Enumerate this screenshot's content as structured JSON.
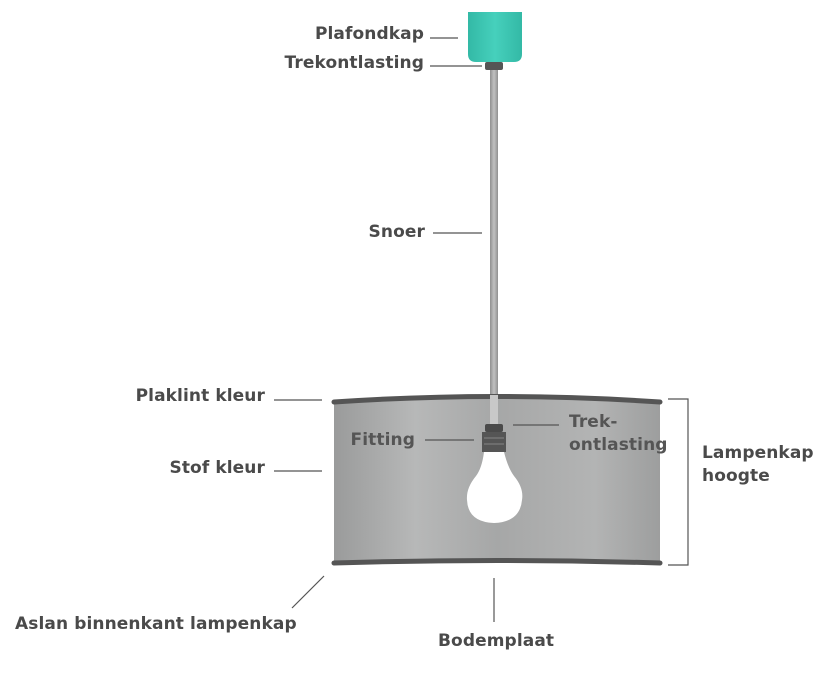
{
  "labels": {
    "plafondkap": "Plafondkap",
    "trekontlasting_top": "Trekontlasting",
    "snoer": "Snoer",
    "plaklint_kleur": "Plaklint kleur",
    "fitting": "Fitting",
    "trek_line1": "Trek-",
    "trek_line2": "ontlasting",
    "stof_kleur": "Stof kleur",
    "lampenkap_line1": "Lampenkap",
    "lampenkap_line2": "hoogte",
    "aslan": "Aslan binnenkant lampenkap",
    "bodemplaat": "Bodemplaat"
  },
  "colors": {
    "canopy": "#3cc8b4",
    "shade": "#a9aaaa",
    "rim": "#555555",
    "cord": "#a3a3a3",
    "fitting": "#555555",
    "bulb": "#ffffff",
    "leader": "#555555"
  }
}
